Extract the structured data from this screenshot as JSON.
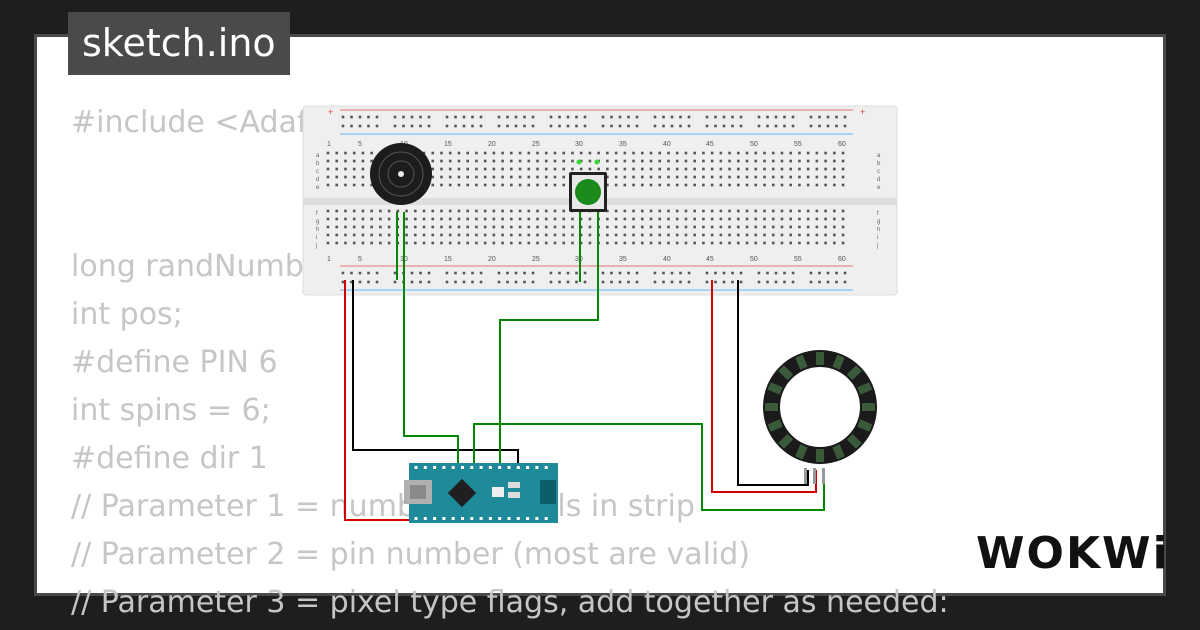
{
  "window": {
    "title": "sketch.ino"
  },
  "code_lines": [
    "#include <Adafruit_NeoPixel.h>",
    "",
    "",
    "long randNumber;",
    "int pos;",
    "#define PIN 6",
    "int spins = 6;",
    "#define dir 1",
    "// Parameter 1 = number of pixels in strip",
    "// Parameter 2 = pin number (most are valid)",
    "// Parameter 3 = pixel type flags, add together as needed:"
  ],
  "breadboard": {
    "column_numbers": [
      "1",
      "5",
      "10",
      "15",
      "20",
      "25",
      "30",
      "35",
      "40",
      "45",
      "50",
      "55",
      "60"
    ],
    "row_letters_top": [
      "a",
      "b",
      "c",
      "d",
      "e"
    ],
    "row_letters_bottom": [
      "f",
      "g",
      "h",
      "i",
      "j"
    ]
  },
  "brand": {
    "logo_text": "WOKWi"
  },
  "colors": {
    "background": "#1e1e1e",
    "panel": "#ffffff",
    "title_bg": "#4a4a4a",
    "code_text": "#c6c6c6",
    "wire_red": "#d00000",
    "wire_black": "#000000",
    "wire_green": "#008800",
    "arduino": "#1f8a9a",
    "button": "#1a8a1a"
  }
}
